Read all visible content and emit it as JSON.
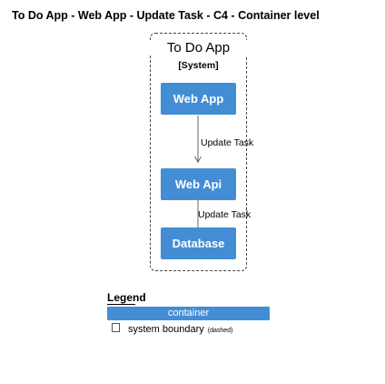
{
  "title": "To Do App - Web App - Update Task - C4 - Container level",
  "boundary": {
    "name": "To Do App",
    "type": "[System]"
  },
  "containers": {
    "web_app": "Web App",
    "web_api": "Web Api",
    "database": "Database"
  },
  "edges": {
    "app_to_api": "Update Task",
    "api_to_db": "Update Task"
  },
  "legend": {
    "title": "Legend",
    "container_label": "container",
    "boundary_label": "system boundary",
    "boundary_note": "(dashed)"
  },
  "colors": {
    "container_fill": "#438dd5",
    "container_text": "#ffffff"
  }
}
